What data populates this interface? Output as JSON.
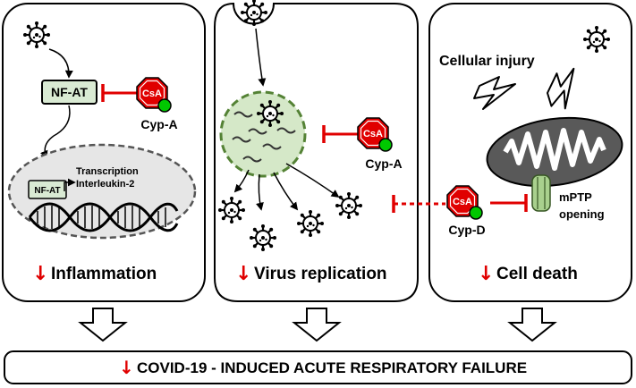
{
  "panels": {
    "inflammation": {
      "nfat_box": "NF-AT",
      "nfat_small": "NF-AT",
      "transcription": "Transcription",
      "interleukin": "Interleukin-2",
      "csa": "CsA",
      "cyp": "Cyp-A",
      "outcome_arrow": "↓",
      "outcome": "Inflammation"
    },
    "virus": {
      "csa": "CsA",
      "cyp": "Cyp-A",
      "outcome_arrow": "↓",
      "outcome": "Virus replication"
    },
    "death": {
      "injury": "Cellular injury",
      "csa": "CsA",
      "cyp": "Cyp-D",
      "mptp_line1": "mPTP",
      "mptp_line2": "opening",
      "outcome_arrow": "↓",
      "outcome": "Cell death"
    }
  },
  "footer": {
    "arrow": "↓",
    "text": "COVID-19 - INDUCED ACUTE RESPIRATORY FAILURE"
  },
  "colors": {
    "inhibit_red": "#e00000",
    "csa_red": "#e00000",
    "cyp_green": "#00c800",
    "nfat_green": "#d9ead3",
    "cell_green": "#d5e8c8",
    "mito_gray": "#595959",
    "nucleus_gray": "#e6e6e6",
    "mptp_green": "#a9d08e"
  }
}
